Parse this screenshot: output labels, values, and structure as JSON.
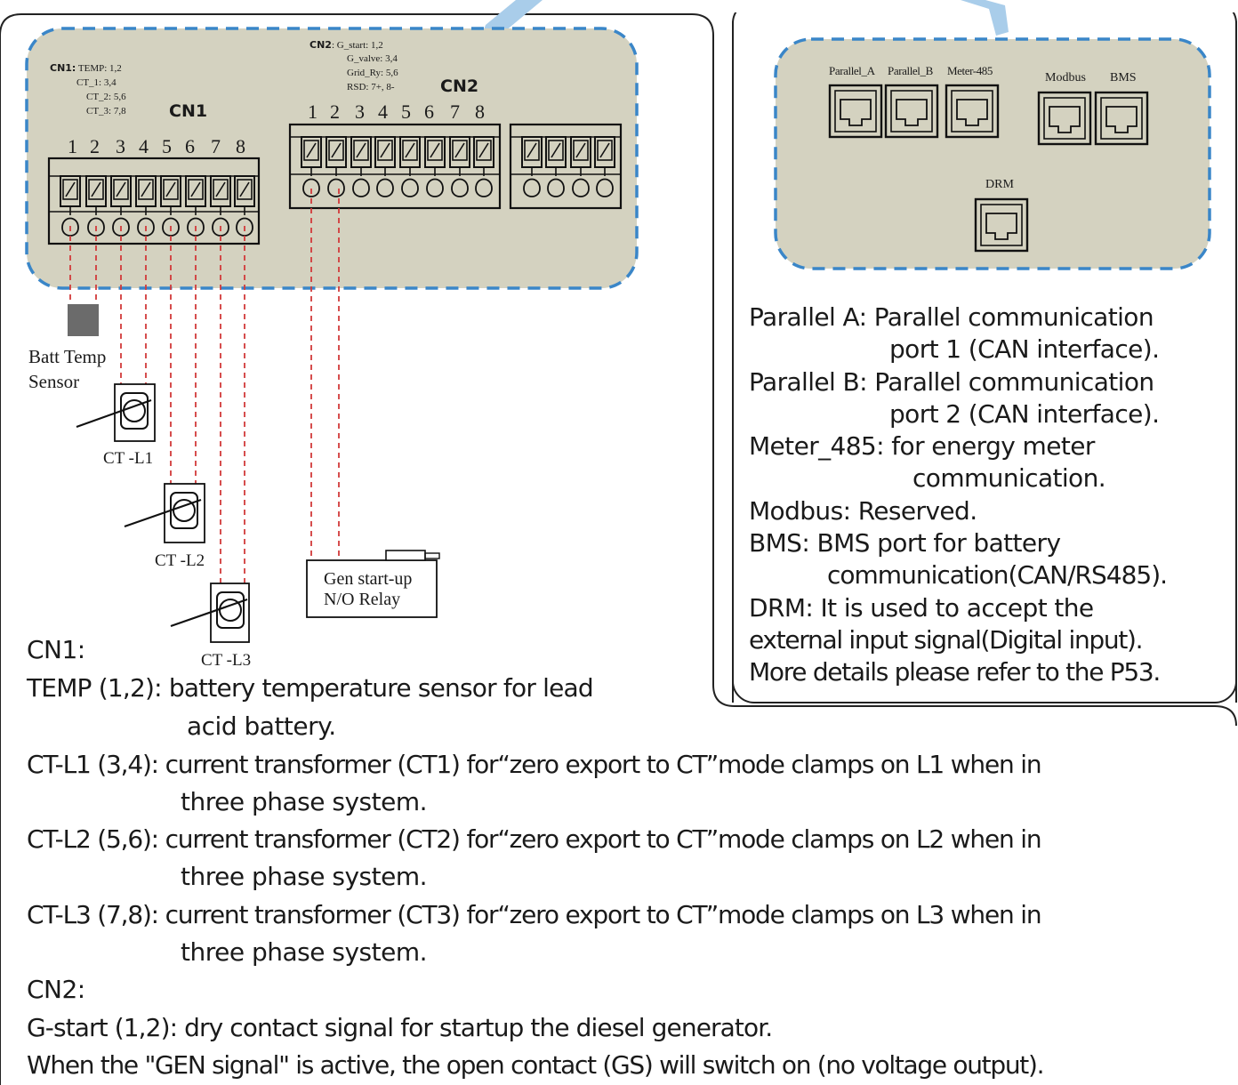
{
  "cn1_panel": {
    "title": "CN1",
    "legend_heading": "CN1:",
    "legend": [
      "TEMP: 1,2",
      "CT_1: 3,4",
      "CT_2: 5,6",
      "CT_3: 7,8"
    ],
    "pin_numbers": [
      "1",
      "2",
      "3",
      "4",
      "5",
      "6",
      "7",
      "8"
    ]
  },
  "cn2_panel": {
    "title": "CN2",
    "legend_heading": "CN2",
    "legend": [
      "G_start: 1,2",
      "G_valve: 3,4",
      "Grid_Ry: 5,6",
      "RSD: 7+, 8-"
    ],
    "pin_numbers": [
      "1",
      "2",
      "3",
      "4",
      "5",
      "6",
      "7",
      "8"
    ]
  },
  "devices": {
    "batt_temp_sensor": [
      "Batt Temp",
      "Sensor"
    ],
    "ct_l1": "CT -L1",
    "ct_l2": "CT -L2",
    "ct_l3": "CT -L3",
    "gen_relay": [
      "Gen start-up",
      "N/O Relay"
    ]
  },
  "ports": {
    "parallel_a": "Parallel_A",
    "parallel_b": "Parallel_B",
    "meter_485": "Meter-485",
    "modbus": "Modbus",
    "bms": "BMS",
    "drm": "DRM"
  },
  "port_descriptions": [
    "Parallel A: Parallel communication",
    "port 1 (CAN interface).",
    "Parallel B: Parallel communication",
    "port 2 (CAN interface).",
    "Meter_485: for energy meter",
    "communication.",
    "Modbus: Reserved.",
    "BMS: BMS port for battery",
    "communication(CAN/RS485).",
    "DRM: It is used to accept the",
    "external input signal(Digital input).",
    "More details please refer to the P53."
  ],
  "cn_descriptions": {
    "cn1_heading": "CN1:",
    "temp_1": "TEMP (1,2): battery temperature sensor for lead",
    "temp_2": "acid battery.",
    "ctl1_1": "CT-L1 (3,4): current transformer (CT1) for“zero export to CT”mode clamps on L1 when in",
    "ctl1_2": "three phase system.",
    "ctl2_1": "CT-L2 (5,6): current transformer (CT2) for“zero export to CT”mode clamps on L2 when in",
    "ctl2_2": "three phase system.",
    "ctl3_1": "CT-L3 (7,8): current transformer (CT3) for“zero export to CT”mode clamps on L3 when in",
    "ctl3_2": "three phase system.",
    "cn2_heading": "CN2:",
    "gstart": "G-start (1,2): dry contact signal for startup the diesel generator.",
    "gen_signal": "When the \"GEN signal\" is active, the open contact (GS) will switch on (no voltage output)."
  },
  "colors": {
    "panel_fill": "#d4d2c0",
    "panel_border": "#3a86c8",
    "arrow": "#a9cdea",
    "wire": "#d23a3a",
    "sensor": "#6b6b6b"
  }
}
